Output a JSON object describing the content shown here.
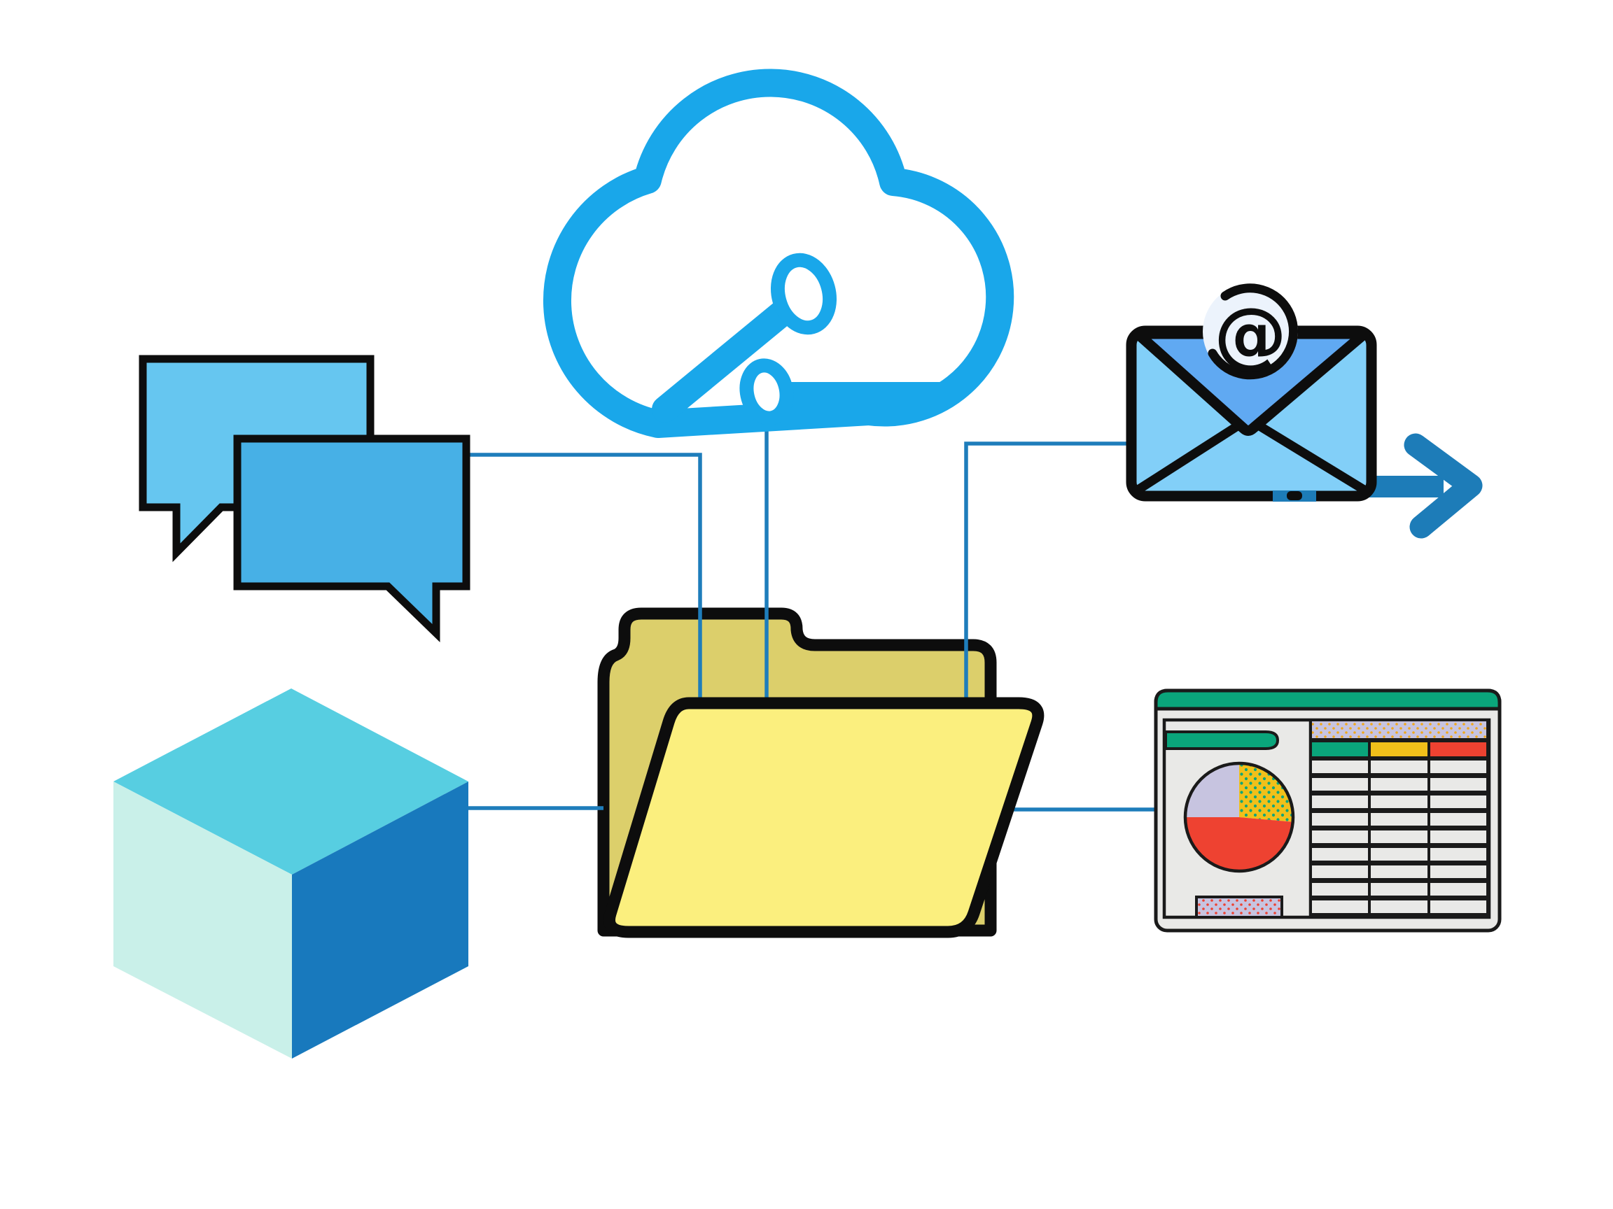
{
  "diagram": {
    "name": "cloud-data-flow-illustration",
    "background": "#FFFFFF",
    "nodes": [
      {
        "id": "chat",
        "icon": "chat-messages-icon",
        "desc": "two overlapping speech bubbles"
      },
      {
        "id": "cloud",
        "icon": "connected-cloud-icon",
        "desc": "cloud outline with circuit nodes"
      },
      {
        "id": "email",
        "icon": "outgoing-email-icon",
        "desc": "envelope with at-badge and outgoing arrow"
      },
      {
        "id": "cube",
        "icon": "data-cube-icon",
        "desc": "isometric cube"
      },
      {
        "id": "folder",
        "icon": "open-folder-icon",
        "desc": "open yellow file folder hub"
      },
      {
        "id": "spreadsheet",
        "icon": "spreadsheet-report-icon",
        "desc": "spreadsheet window with pie chart and table"
      }
    ],
    "connections": [
      {
        "from": "chat",
        "to": "folder"
      },
      {
        "from": "cloud",
        "to": "folder"
      },
      {
        "from": "email",
        "to": "folder"
      },
      {
        "from": "cube",
        "to": "folder"
      },
      {
        "from": "folder",
        "to": "spreadsheet"
      }
    ]
  },
  "colors": {
    "cloud_blue": "#19A7EA",
    "connector": "#1E7DBB",
    "chat_light": "#66C6F0",
    "chat_dark": "#47B0E6",
    "outline_black": "#0D0D0D",
    "envelope_body": "#82CFF8",
    "envelope_flap": "#60A9F2",
    "at_badge_bg": "#ECF3FC",
    "arrow_blue": "#1D7CB8",
    "folder_back": "#DCCF6B",
    "folder_front": "#FBEF7E",
    "cube_top": "#57CEE1",
    "cube_left": "#C9F0E9",
    "cube_right": "#1879BD",
    "sheet_bg": "#E9E9E7",
    "sheet_border": "#1A1A1A",
    "sheet_green": "#0AA57B",
    "sheet_yellow": "#F1C01A",
    "sheet_red": "#EE4231",
    "sheet_lavender": "#C7C4E0",
    "sheet_dot_orange": "#F0A81C"
  },
  "email": {
    "at_symbol": "@"
  },
  "spreadsheet": {
    "table": {
      "columns": 3,
      "data_rows": 9
    },
    "pie_slices": [
      {
        "name": "yellow-dotted",
        "fraction": 0.26
      },
      {
        "name": "red",
        "fraction": 0.49
      },
      {
        "name": "lavender",
        "fraction": 0.25
      }
    ]
  }
}
